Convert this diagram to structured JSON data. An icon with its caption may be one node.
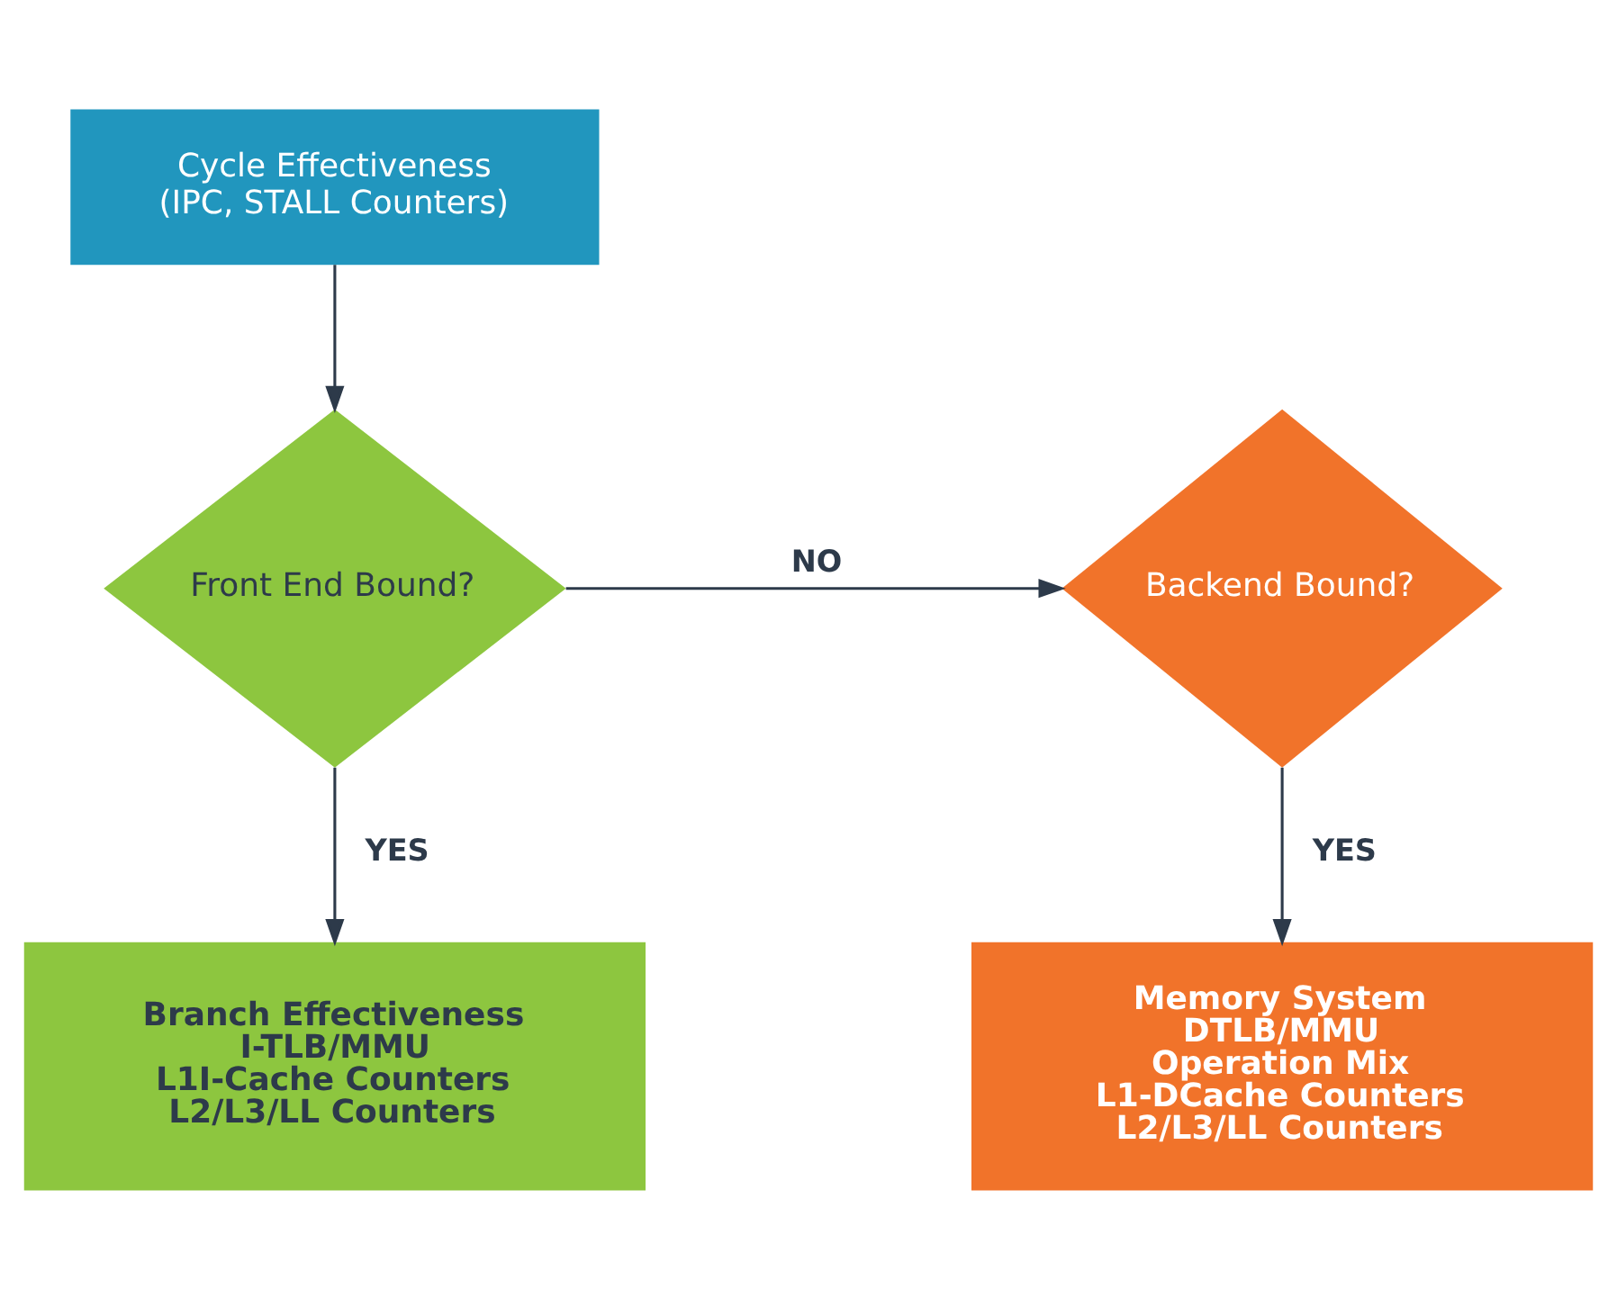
{
  "diagram": {
    "nodes": [
      {
        "text": [
          "Cycle Effectiveness",
          "(IPC, STALL Counters)"
        ]
      },
      {
        "text": [
          "Front End Bound?"
        ]
      },
      {
        "text": [
          "Backend Bound?"
        ]
      },
      {
        "text": [
          "Branch Effectiveness",
          "I-TLB/MMU",
          "L1I-Cache Counters",
          "L2/L3/LL Counters"
        ]
      },
      {
        "text": [
          "Memory System",
          "DTLB/MMU",
          "Operation Mix",
          "L1-DCache Counters",
          "L2/L3/LL Counters"
        ]
      }
    ],
    "edges": [
      {
        "from": 0,
        "to": 1,
        "arrow": "to"
      },
      {
        "from": 1,
        "to": 2,
        "arrow": "to",
        "label": "NO"
      },
      {
        "from": 1,
        "to": 3,
        "arrow": "to",
        "label": "YES"
      },
      {
        "from": 2,
        "to": 4,
        "arrow": "to",
        "label": "YES"
      }
    ]
  }
}
